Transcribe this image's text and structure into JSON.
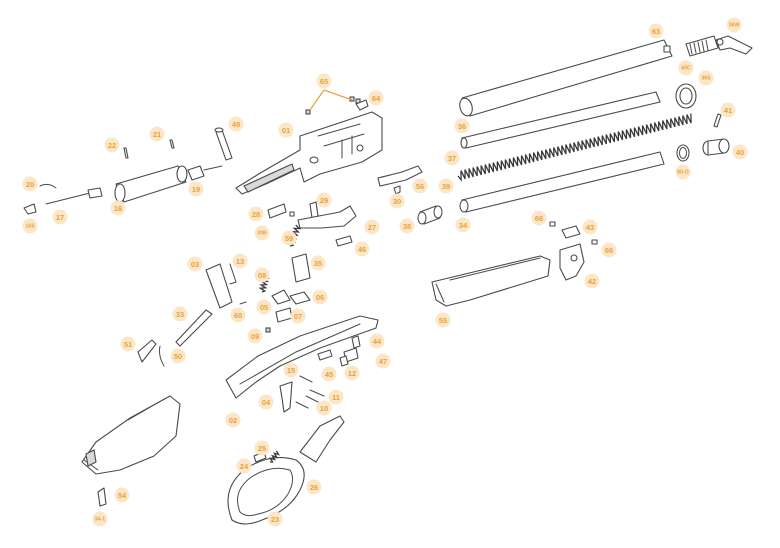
{
  "diagram": {
    "accent_color": "#e8a13a",
    "badge_fill": "#fbe7c8",
    "line_color": "#4a4a4a",
    "barrel_marking": "",
    "callouts": [
      "01",
      "02",
      "03",
      "04",
      "05",
      "06",
      "07",
      "08",
      "09",
      "10",
      "11",
      "12",
      "13",
      "15",
      "16",
      "16S",
      "17",
      "19",
      "20",
      "21",
      "22",
      "23",
      "24",
      "25",
      "26",
      "27",
      "28",
      "29",
      "30",
      "30B",
      "33",
      "34",
      "34-1",
      "35",
      "36",
      "37",
      "38",
      "39",
      "40",
      "41",
      "42",
      "43",
      "44",
      "45",
      "46",
      "47",
      "49",
      "50",
      "51",
      "54",
      "55",
      "56",
      "59",
      "60",
      "60C",
      "60-O",
      "63",
      "64",
      "65",
      "66",
      "36S",
      "36W"
    ]
  }
}
